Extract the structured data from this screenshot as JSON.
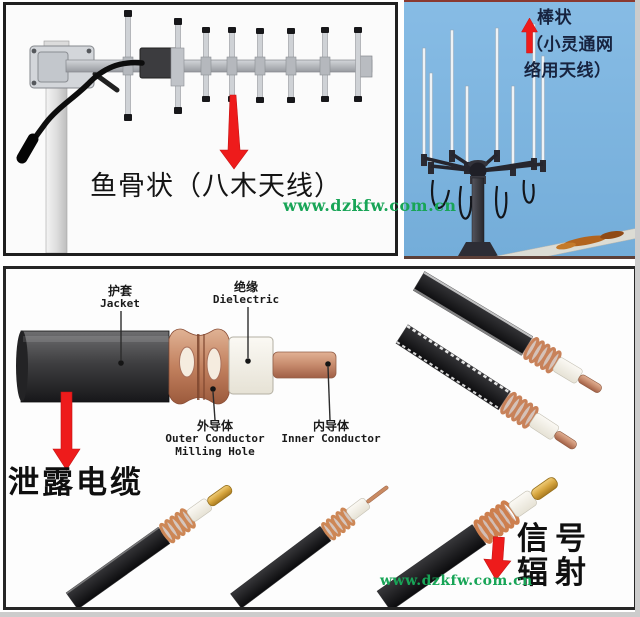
{
  "top_left_panel": {
    "caption": "鱼骨状（八木天线）",
    "subject": "yagi-antenna-photo"
  },
  "top_right_panel": {
    "caption_line1": "棒状",
    "caption_line2": "（小灵通网",
    "caption_line3": "络用天线）",
    "subject": "rod-antenna-photo"
  },
  "watermark": {
    "top": "www.dzkfw.com.cn",
    "bottom": "www.dzkfw.com.cn"
  },
  "cable_diagram": {
    "jacket_cn": "护套",
    "jacket_en": "Jacket",
    "dielectric_cn": "绝缘",
    "dielectric_en": "Dielectric",
    "outer_cn": "外导体",
    "outer_en_line1": "Outer Conductor",
    "outer_en_line2": "Milling Hole",
    "inner_cn": "内导体",
    "inner_en": "Inner Conductor",
    "leaky_cable_label": "泄露电缆",
    "signal_line1": "信号",
    "signal_line2": "辐射"
  },
  "colors": {
    "arrow_red": "#ee1b1b",
    "watermark_green": "#18a557",
    "sky_blue": "#7cb4de",
    "panel_border": "#1f1f1f"
  }
}
